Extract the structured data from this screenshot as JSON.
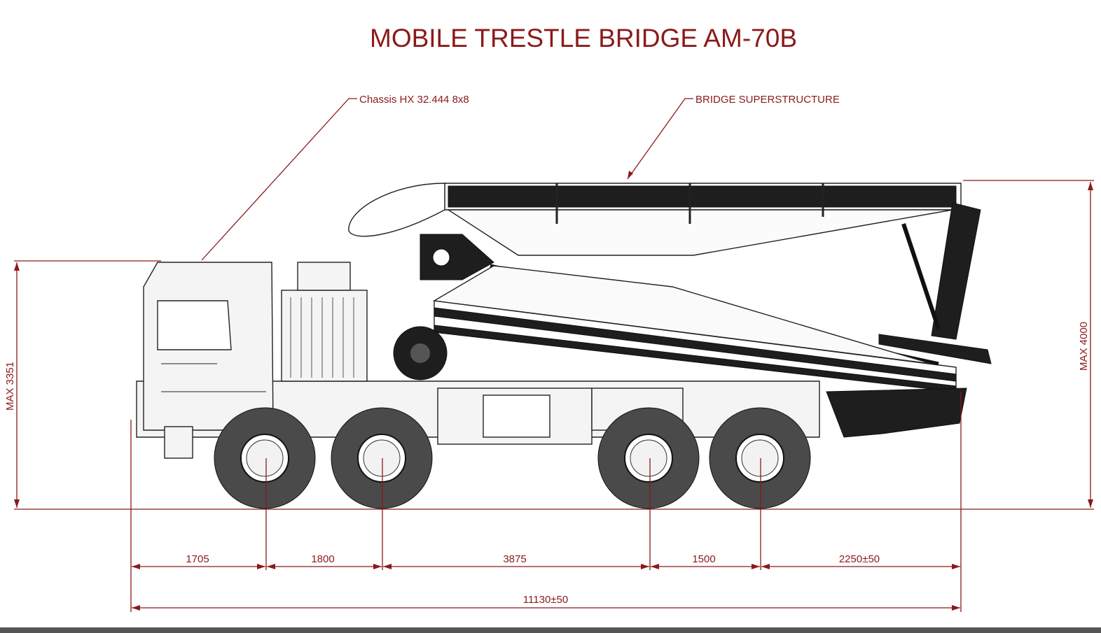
{
  "title": "MOBILE TRESTLE BRIDGE AM-70B",
  "callouts": {
    "chassis": "Chassis HX 32.444 8x8",
    "superstructure": "BRIDGE SUPERSTRUCTURE"
  },
  "dimensions": {
    "height_left": "MAX 3351",
    "height_right": "MAX 4000",
    "segments": [
      "1705",
      "1800",
      "3875",
      "1500",
      "2250±50"
    ],
    "total_length": "11130±50"
  },
  "colors": {
    "annotation": "#8b1a1a"
  }
}
